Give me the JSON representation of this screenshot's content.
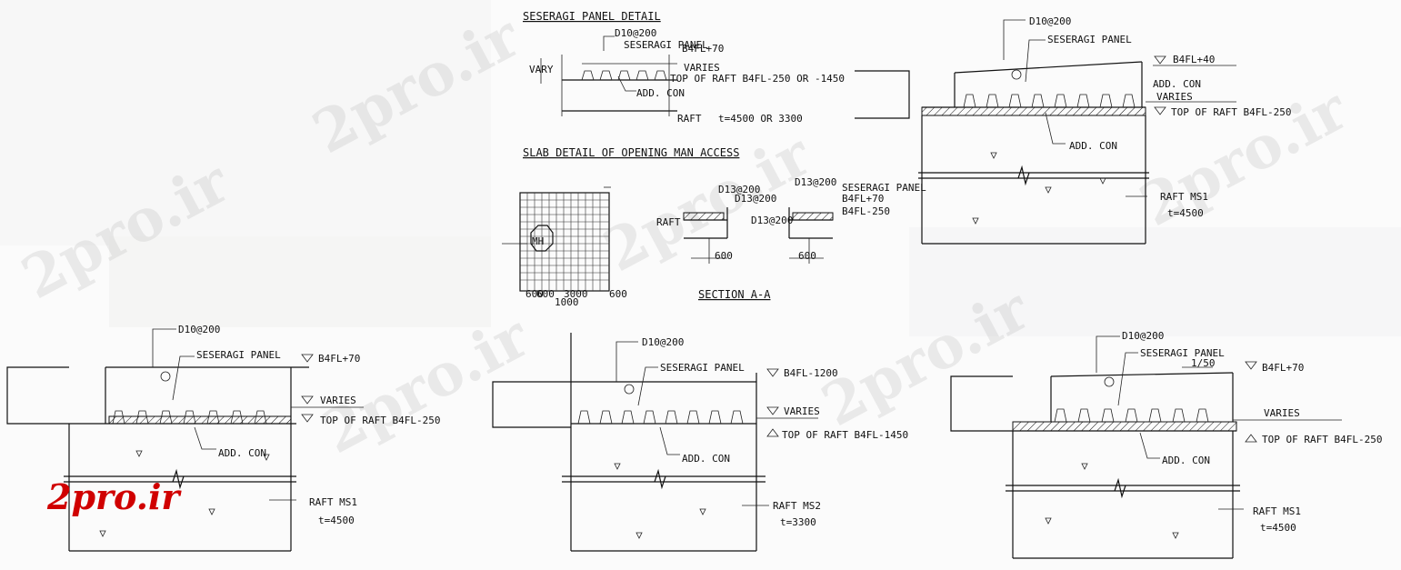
{
  "watermark": "2pro.ir",
  "logo_text": "2pro.ir",
  "detail_seseragi": {
    "title": "SESERAGI PANEL DETAIL",
    "rebar": "D10@200",
    "panel": "SESERAGI PANEL",
    "level_top": "B4FL+70",
    "vary": "VARY",
    "varies": "VARIES",
    "top_raft": "TOP OF RAFT B4FL-250 OR -1450",
    "add_con": "ADD. CON",
    "raft": "RAFT",
    "raft_t": "t=4500 OR 3300"
  },
  "detail_slab": {
    "title": "SLAB DETAIL OF OPENING MAN ACCESS",
    "mh": "MH",
    "dims_bottom": "600",
    "dims_bottom2": "3000",
    "dims_bottom3": "600",
    "dims_total": "1000",
    "dims_left": "600",
    "section_title": "SECTION A-A",
    "raft": "RAFT",
    "d13_a": "D13@200",
    "d13_b": "D13@200",
    "d13_c": "D13@200",
    "d13_d": "D13@200",
    "panel": "SESERAGI PANEL",
    "lvl1": "B4FL+70",
    "lvl2": "B4FL-250",
    "dim_600a": "600",
    "dim_600b": "600"
  },
  "detail_top_right": {
    "rebar": "D10@200",
    "panel": "SESERAGI PANEL",
    "level_top": "B4FL+40",
    "add_con": "ADD. CON",
    "varies": "VARIES",
    "top_raft": "TOP OF RAFT B4FL-250",
    "add_con2": "ADD. CON",
    "raft": "RAFT MS1",
    "raft_t": "t=4500"
  },
  "detail_bottom_left": {
    "rebar": "D10@200",
    "panel": "SESERAGI PANEL",
    "level_top": "B4FL+70",
    "varies": "VARIES",
    "top_raft": "TOP OF RAFT B4FL-250",
    "add_con": "ADD. CON",
    "raft": "RAFT MS1",
    "raft_t": "t=4500"
  },
  "detail_bottom_mid": {
    "rebar": "D10@200",
    "panel": "SESERAGI PANEL",
    "level_top": "B4FL-1200",
    "varies": "VARIES",
    "top_raft": "TOP OF RAFT B4FL-1450",
    "add_con": "ADD. CON",
    "raft": "RAFT MS2",
    "raft_t": "t=3300"
  },
  "detail_bottom_right": {
    "rebar": "D10@200",
    "panel": "SESERAGI PANEL",
    "slope": "1/50",
    "level_top": "B4FL+70",
    "varies": "VARIES",
    "top_raft": "TOP OF RAFT B4FL-250",
    "add_con": "ADD. CON",
    "raft": "RAFT MS1",
    "raft_t": "t=4500"
  }
}
